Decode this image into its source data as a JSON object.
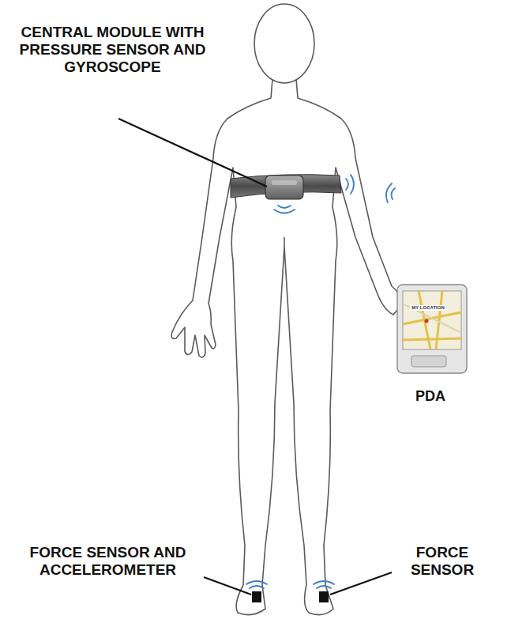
{
  "diagram": {
    "labels": [
      "CENTRAL MODULE WITH PRESSURE SENSOR AND GYROSCOPE",
      "MY LOCATION",
      "PDA",
      "FORCE SENSOR AND ACCELEROMETER",
      "FORCE SENSOR"
    ]
  }
}
